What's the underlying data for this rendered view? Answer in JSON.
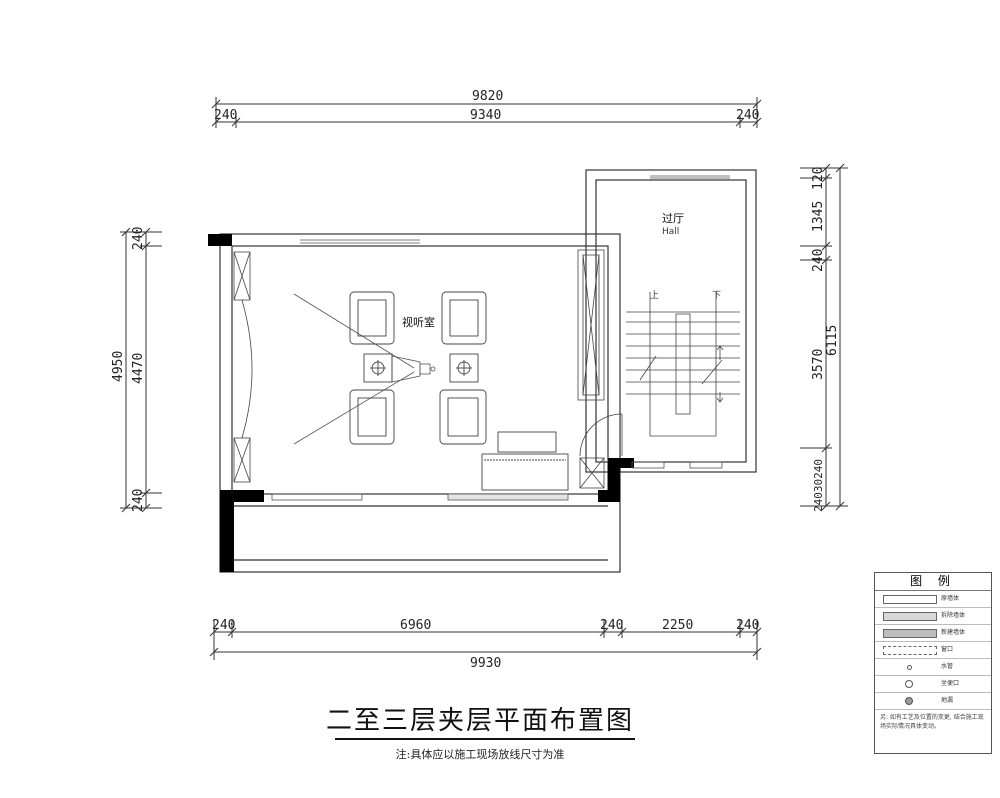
{
  "dimensions": {
    "top_total": "9820",
    "top_left": "240",
    "top_mid": "9340",
    "top_right": "240",
    "bottom_a": "240",
    "bottom_b": "6960",
    "bottom_c": "240",
    "bottom_d": "2250",
    "bottom_e": "240",
    "bottom_total": "9930",
    "left_total": "4950",
    "left_top": "240",
    "left_mid": "4470",
    "left_bottom": "240",
    "right_a": "120",
    "right_b": "1345",
    "right_c": "240",
    "right_d": "3570",
    "right_e": "24030240",
    "right_total": "6115"
  },
  "rooms": {
    "hall_cn": "过厅",
    "hall_en": "Hall",
    "av_room": "视听室",
    "stair_up": "上",
    "stair_down": "下"
  },
  "title": "二至三层夹层平面布置图",
  "note": "注:具体应以施工现场放线尺寸为准",
  "legend": {
    "title": "图 例",
    "items": [
      {
        "label": "原墙体",
        "color": "#ffffff"
      },
      {
        "label": "拆除墙体",
        "color": "#d8d8d8"
      },
      {
        "label": "新建墙体",
        "color": "#bdbdbd"
      },
      {
        "label": "窗口",
        "color": "#ffffff"
      },
      {
        "label": "水管",
        "symbol": "plus-dot-icon"
      },
      {
        "label": "坐便口",
        "symbol": "circle-icon"
      },
      {
        "label": "地漏",
        "symbol": "drain-icon"
      }
    ],
    "remark": "另: 如有工艺及位置的变更, 结合施工现场实际情况具体变动。"
  },
  "colors": {
    "wall_black": "#000000",
    "line": "#333333"
  }
}
